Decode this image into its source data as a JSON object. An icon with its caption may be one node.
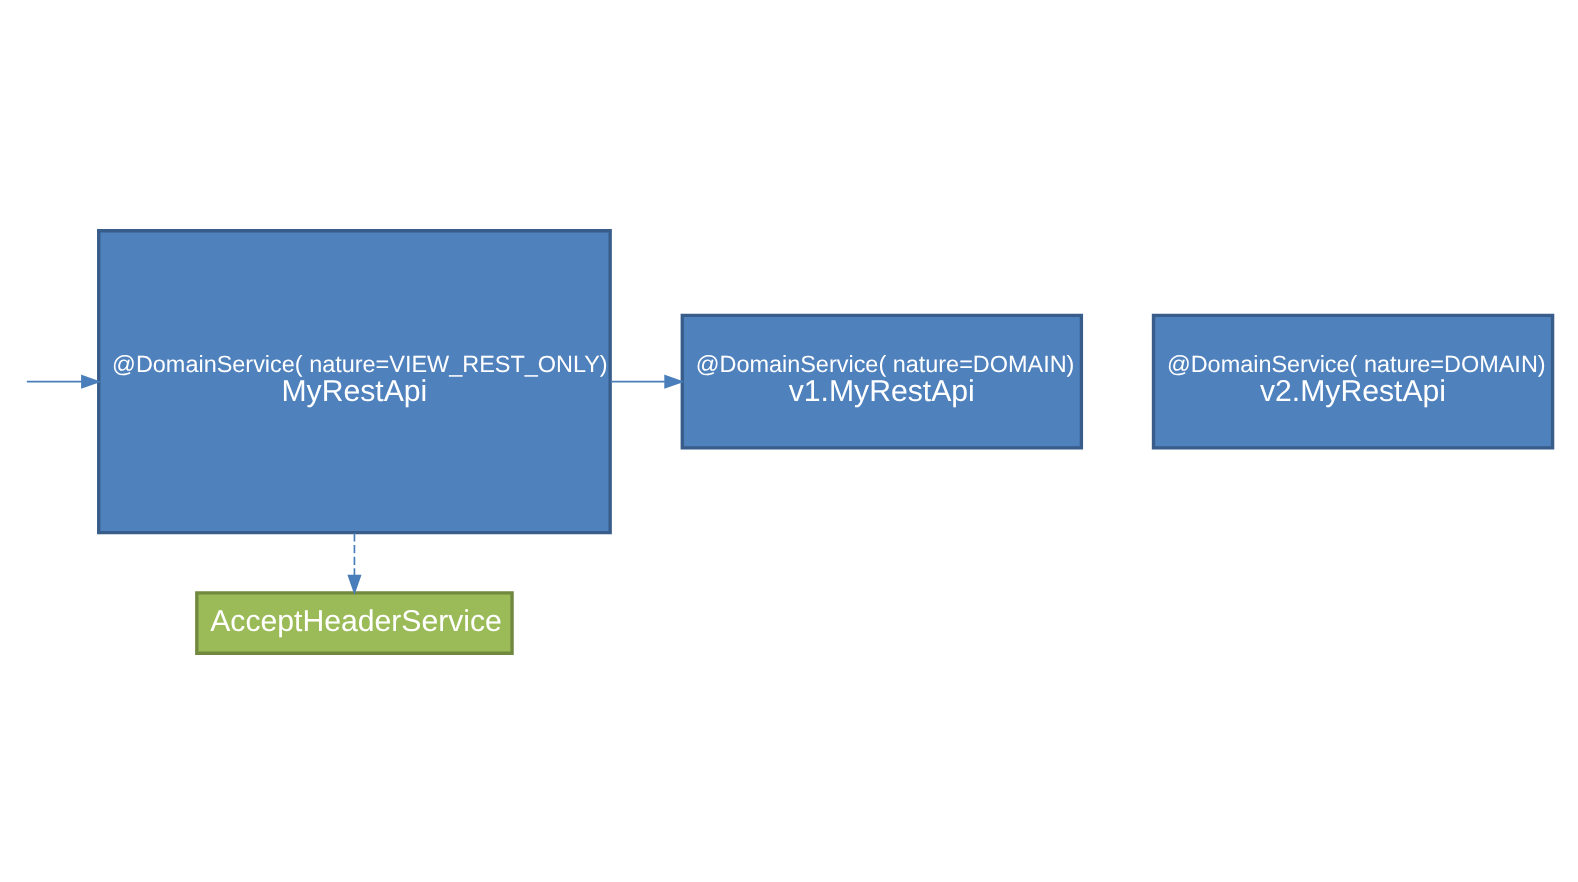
{
  "diagram": {
    "nodes": [
      {
        "text": [
          "AcceptHeaderService"
        ]
      },
      {
        "text": [
          "@DomainService( nature=VIEW_REST_ONLY)",
          "MyRestApi"
        ]
      },
      {
        "text": [
          "@DomainService( nature=DOMAIN)",
          "v1.MyRestApi"
        ]
      },
      {
        "text": [
          "@DomainService( nature=DOMAIN)",
          "v2.MyRestApi"
        ]
      }
    ],
    "edges": [
      {
        "from": null,
        "to": 1,
        "arrow": "to"
      },
      {
        "from": 1,
        "to": 0,
        "arrow": "to",
        "style": "dashed"
      },
      {
        "from": 1,
        "to": 2,
        "arrow": "to"
      }
    ]
  }
}
